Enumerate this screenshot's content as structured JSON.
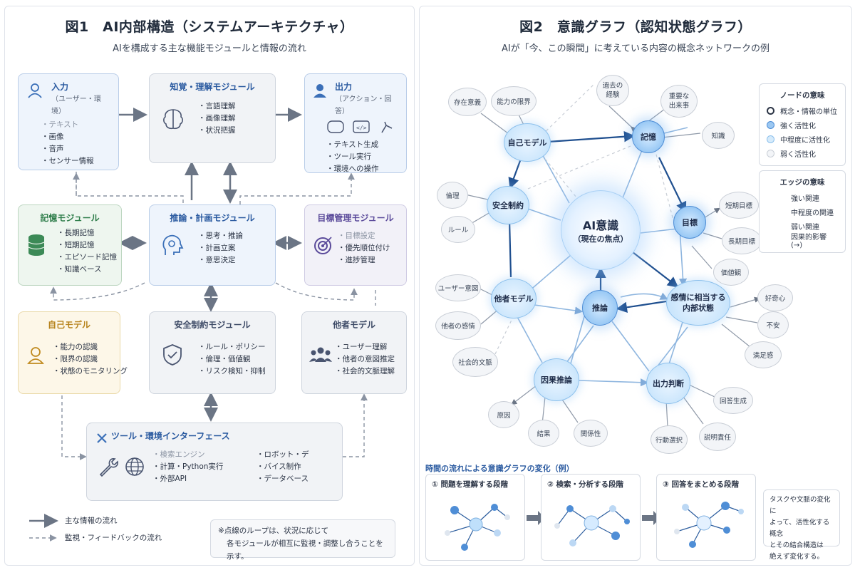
{
  "fig1": {
    "title": "図1　AI内部構造（システムアーキテクチャ）",
    "subtitle": "AIを構成する主な機能モジュールと情報の流れ",
    "input": {
      "title": "入力",
      "sub": "（ユーザー・環境）",
      "items": [
        "・テキスト",
        "・画像",
        "・音声",
        "・センサー情報"
      ]
    },
    "perception": {
      "title": "知覚・理解モジュール",
      "items": [
        "・言語理解",
        "・画像理解",
        "・状況把握"
      ]
    },
    "output": {
      "title": "出力",
      "sub": "（アクション・回答）",
      "items": [
        "・テキスト生成",
        "・ツール実行",
        "・環境への操作"
      ]
    },
    "memory": {
      "title": "記憶モジュール",
      "items": [
        "・長期記憶",
        "・短期記憶",
        "・エピソード記憶",
        "・知識ベース"
      ]
    },
    "reasoning": {
      "title": "推論・計画モジュール",
      "items": [
        "・思考・推論",
        "・計画立案",
        "・意思決定"
      ]
    },
    "goal": {
      "title": "目標管理モジュール",
      "items": [
        "・目標設定",
        "・優先順位付け",
        "・進捗管理"
      ]
    },
    "selfmodel": {
      "title": "自己モデル",
      "items": [
        "・能力の認識",
        "・限界の認識",
        "・状態のモニタリング"
      ]
    },
    "safety": {
      "title": "安全制約モジュール",
      "items": [
        "・ルール・ポリシー",
        "・倫理・価値観",
        "・リスク検知・抑制"
      ]
    },
    "othermodel": {
      "title": "他者モデル",
      "items": [
        "・ユーザー理解",
        "・他者の意図推定",
        "・社会的文脈理解"
      ]
    },
    "tools": {
      "title": "ツール・環境インターフェース",
      "col1": [
        "・検索エンジン",
        "・計算・Python実行",
        "・外部API"
      ],
      "col2": [
        "・ロボット・デ",
        "・バイス制作",
        "・データベース"
      ]
    },
    "legend": {
      "main": "主な情報の流れ",
      "feedback": "監視・フィードバックの流れ"
    },
    "note": [
      "※点線のループは、状況に応じて",
      "各モジュールが相互に監視・調整し合うことを示す。"
    ]
  },
  "fig2": {
    "title": "図2　意識グラフ（認知状態グラフ）",
    "subtitle": "AIが「今、この瞬間」に考えている内容の概念ネットワークの例",
    "center": {
      "title": "AI意識",
      "sub": "（現在の焦点）"
    },
    "nodes": {
      "selfmodel": "自己モデル",
      "memory": "記憶",
      "safety": "安全制約",
      "goal": "目標",
      "other": "他者モデル",
      "reasoning": "推論",
      "emotion": "感情に相当する\n内部状態",
      "causal": "因果推論",
      "output": "出力判断",
      "existence": "存在意義",
      "limits": "能力の限界",
      "past": "過去の\n経験",
      "important": "重要な\n出来事",
      "knowledge": "知識",
      "ethics": "倫理",
      "rules": "ルール",
      "short": "短期目標",
      "long": "長期目標",
      "values": "価値観",
      "intent": "ユーザー意図",
      "feelings": "他者の感情",
      "social": "社会的文脈",
      "curiosity": "好奇心",
      "anxiety": "不安",
      "satisfaction": "満足感",
      "cause": "原因",
      "result": "結果",
      "relation": "関係性",
      "action": "行動選択",
      "answer": "回答生成",
      "explain": "説明責任"
    },
    "node_legend": {
      "title": "ノードの意味",
      "items": [
        "概念・情報の単位",
        "強く活性化",
        "中程度に活性化",
        "弱く活性化"
      ]
    },
    "edge_legend": {
      "title": "エッジの意味",
      "items": [
        "強い関連",
        "中程度の関連",
        "弱い関連",
        "因果的影響 (→)"
      ]
    },
    "timeline": {
      "title": "時間の流れによる意識グラフの変化（例）",
      "stages": [
        "①  問題を理解する段階",
        "②  検索・分析する段階",
        "③  回答をまとめる段階"
      ],
      "note": [
        "タスクや文脈の変化に",
        "よって、活性化する概念",
        "とその結合構造は",
        "絶えず変化する。"
      ]
    }
  },
  "colors": {
    "accent": "#2a5aa0",
    "strong_edge": "#1f4f8f",
    "medium_edge": "#8fb6df",
    "arrow_gray": "#6b7585"
  }
}
